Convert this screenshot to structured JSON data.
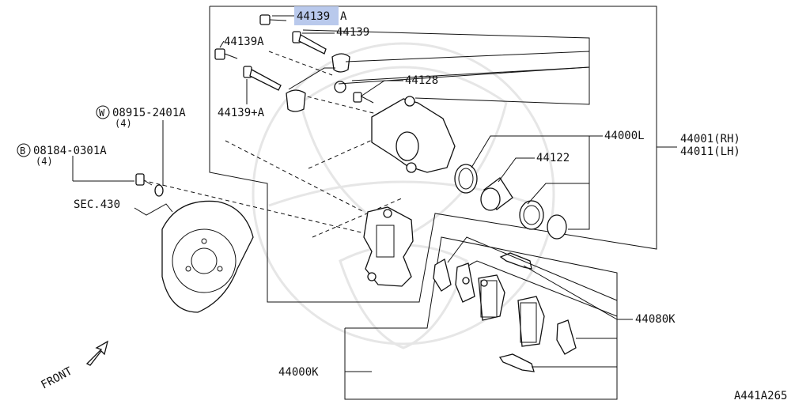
{
  "diagram": {
    "labels": {
      "pin_a_top": "44139",
      "pin_a_top_suffix": "A",
      "pin_top": "44139",
      "pin_a_left": "44139A",
      "pin_plus_a": "44139+A",
      "bleeder": "44128",
      "caliper_l": "44000L",
      "caliper_rh": "44001(RH)",
      "caliper_lh": "44011(LH)",
      "piston": "44122",
      "bolt_w": "08915-2401A",
      "bolt_w_qty": "(4)",
      "bolt_w_marker": "W",
      "bolt_b": "08184-0301A",
      "bolt_b_qty": "(4)",
      "bolt_b_marker": "B",
      "sec": "SEC.430",
      "pads": "44080K",
      "pad_kit": "44000K",
      "front": "FRONT",
      "figure_code": "A441A265"
    },
    "colors": {
      "highlight": "#b9c9ec",
      "line": "#111111"
    }
  }
}
